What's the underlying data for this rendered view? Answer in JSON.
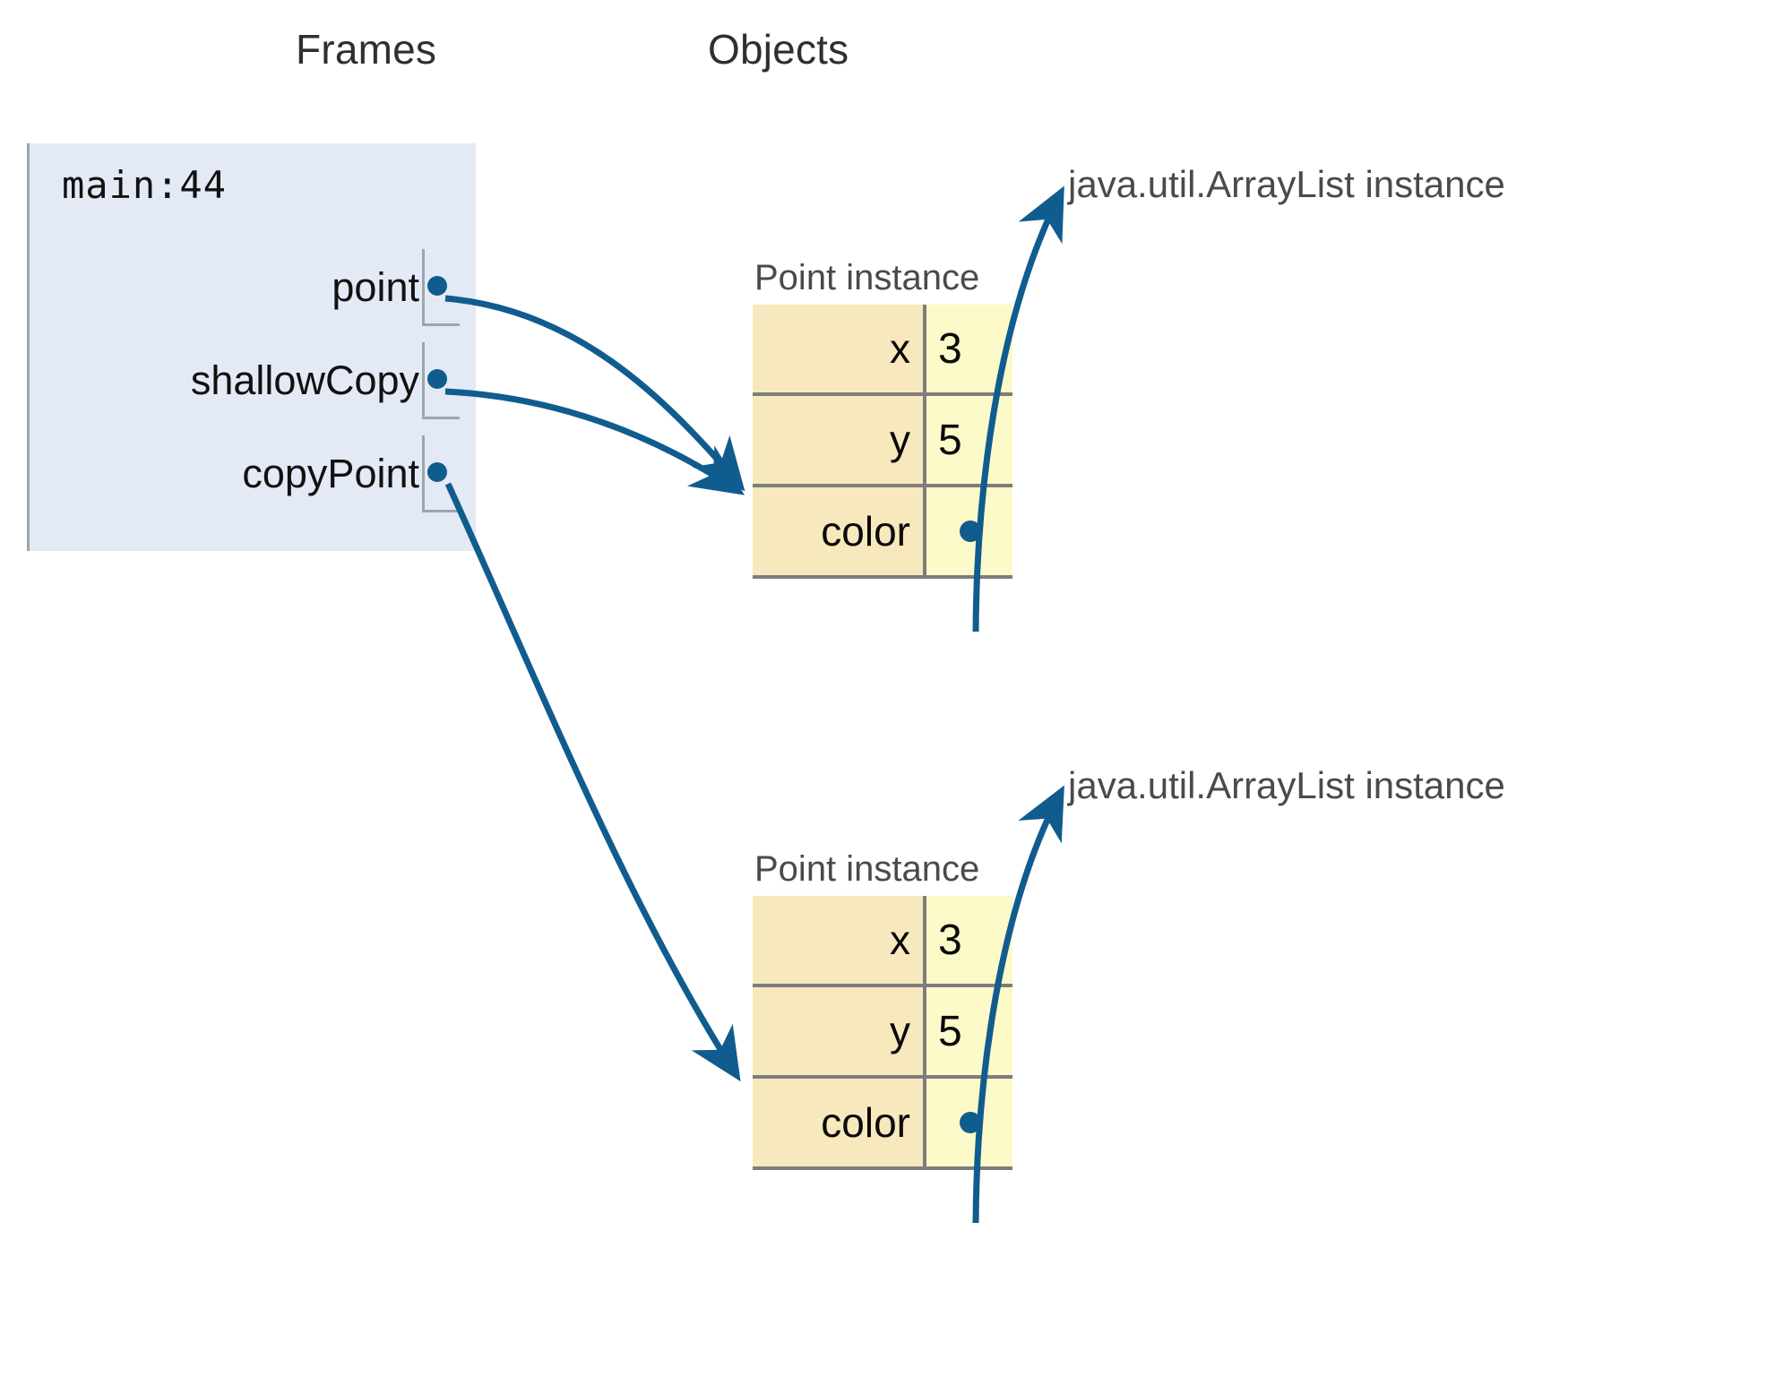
{
  "headers": {
    "frames": "Frames",
    "objects": "Objects"
  },
  "colors": {
    "frame_bg": "#e3eaf5",
    "pointer_blue": "#115c8e",
    "field_cell": "#f7e9bd",
    "value_cell": "#fcfac8",
    "caption_gray": "#4a4a4a",
    "border_gray": "#7d7d7d"
  },
  "frame": {
    "title": "main:44",
    "variables": [
      {
        "name": "point",
        "points_to": "Point instance (top)"
      },
      {
        "name": "shallowCopy",
        "points_to": "Point instance (top)"
      },
      {
        "name": "copyPoint",
        "points_to": "Point instance (bottom)"
      }
    ]
  },
  "objects": [
    {
      "caption": "Point instance",
      "fields": [
        {
          "name": "x",
          "value": "3",
          "is_reference": false
        },
        {
          "name": "y",
          "value": "5",
          "is_reference": false
        },
        {
          "name": "color",
          "value": "",
          "is_reference": true
        }
      ],
      "reference_label": "java.util.ArrayList instance"
    },
    {
      "caption": "Point instance",
      "fields": [
        {
          "name": "x",
          "value": "3",
          "is_reference": false
        },
        {
          "name": "y",
          "value": "5",
          "is_reference": false
        },
        {
          "name": "color",
          "value": "",
          "is_reference": true
        }
      ],
      "reference_label": "java.util.ArrayList instance"
    }
  ]
}
